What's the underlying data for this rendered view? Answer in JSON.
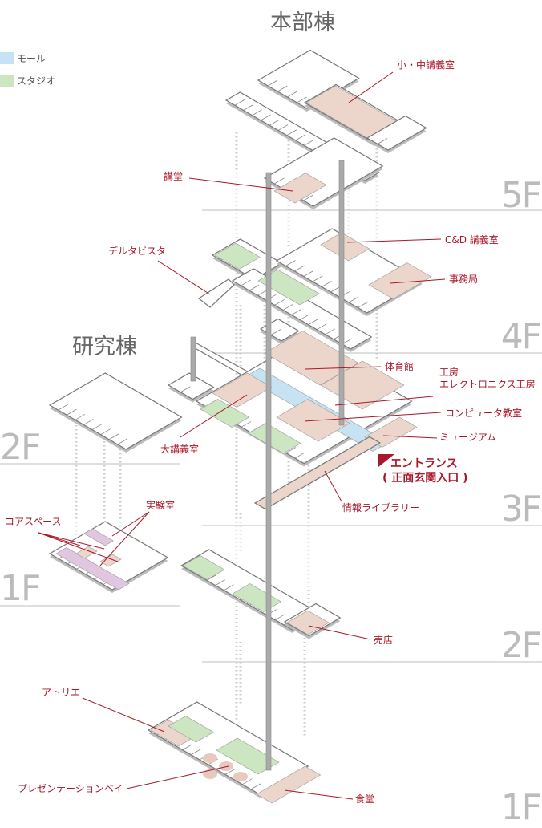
{
  "buildings": {
    "main": "本部棟",
    "research": "研究棟"
  },
  "legend": [
    {
      "label": "モール",
      "color": "#c5e3f3"
    },
    {
      "label": "スタジオ",
      "color": "#cde6c2"
    }
  ],
  "floors": {
    "main": [
      "5F",
      "4F",
      "3F",
      "2F",
      "1F"
    ],
    "research": [
      "2F",
      "1F"
    ]
  },
  "colors": {
    "room": "#ecd6cc",
    "mall": "#c5e3f3",
    "studio": "#cde6c2",
    "core": "#e0c6de",
    "label": "#a8182a"
  },
  "labels": {
    "small_lecture": "小・中講義室",
    "auditorium": "講堂",
    "cd_lecture": "C&D 講義室",
    "delta_vista": "デルタビスタ",
    "office": "事務局",
    "gym": "体育館",
    "workshop_1": "工房",
    "workshop_2": "エレクトロニクス工房",
    "computer_room": "コンピュータ教室",
    "large_lecture": "大講義室",
    "museum": "ミュージアム",
    "entrance": "エントランス",
    "entrance_sub": "( 正面玄関入口 )",
    "library": "情報ライブラリー",
    "lab": "実験室",
    "core_space": "コアスペース",
    "shop": "売店",
    "atelier": "アトリエ",
    "presentation_bay": "プレゼンテーションベイ",
    "cafeteria": "食堂"
  }
}
